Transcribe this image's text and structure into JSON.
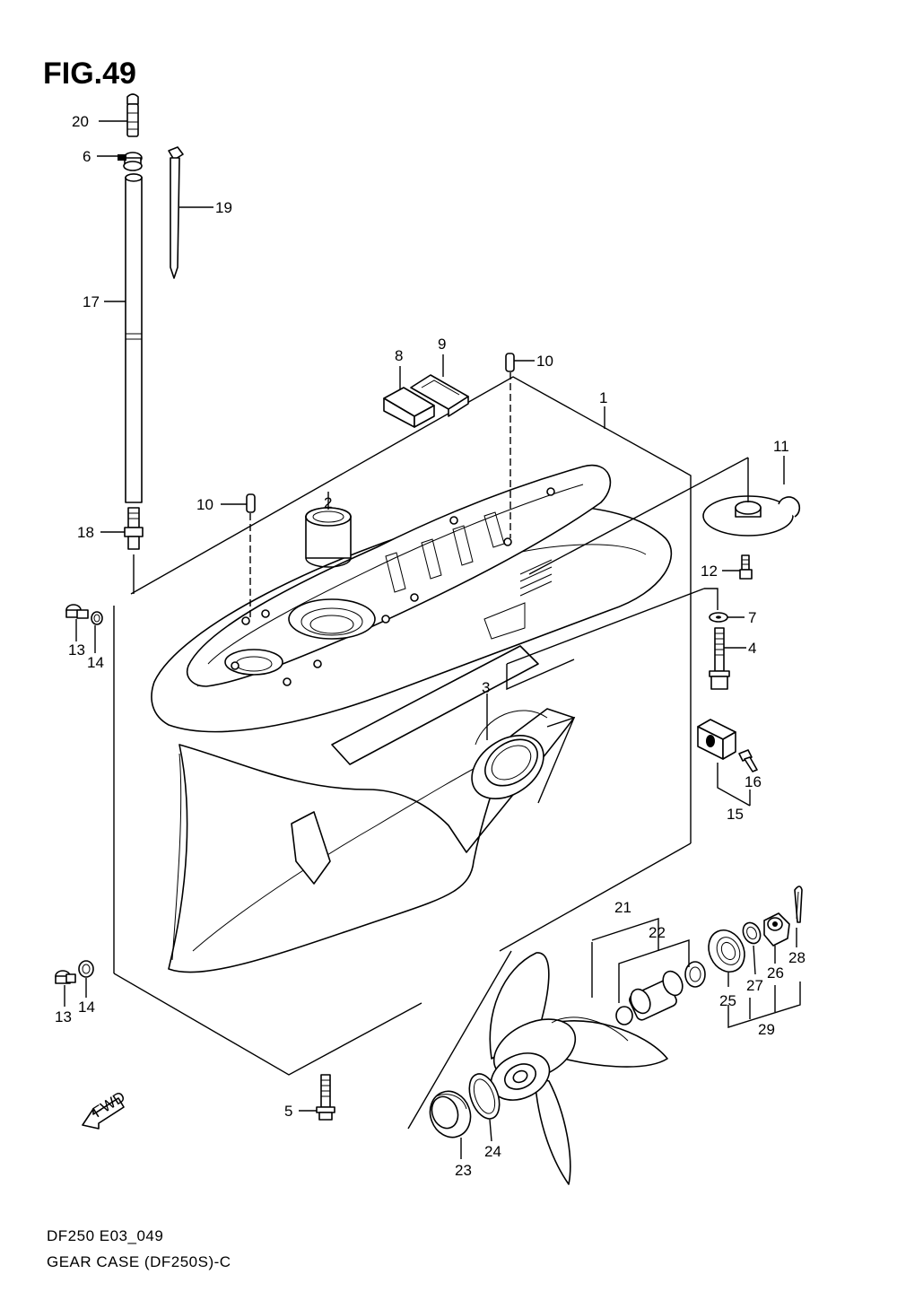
{
  "figure": {
    "title": "FIG.49",
    "code": "DF250 E03_049",
    "caption": "GEAR CASE (DF250S)-C"
  },
  "callouts": {
    "c1": "1",
    "c2": "2",
    "c3": "3",
    "c4": "4",
    "c5": "5",
    "c6": "6",
    "c7": "7",
    "c8": "8",
    "c9": "9",
    "c10a": "10",
    "c10b": "10",
    "c11": "11",
    "c12": "12",
    "c13a": "13",
    "c13b": "13",
    "c14a": "14",
    "c14b": "14",
    "c15": "15",
    "c16": "16",
    "c17": "17",
    "c18": "18",
    "c19": "19",
    "c20": "20",
    "c21": "21",
    "c22": "22",
    "c23": "23",
    "c24": "24",
    "c25": "25",
    "c26": "26",
    "c27": "27",
    "c28": "28",
    "c29": "29"
  },
  "forward_arrow": {
    "label": "FWD"
  }
}
